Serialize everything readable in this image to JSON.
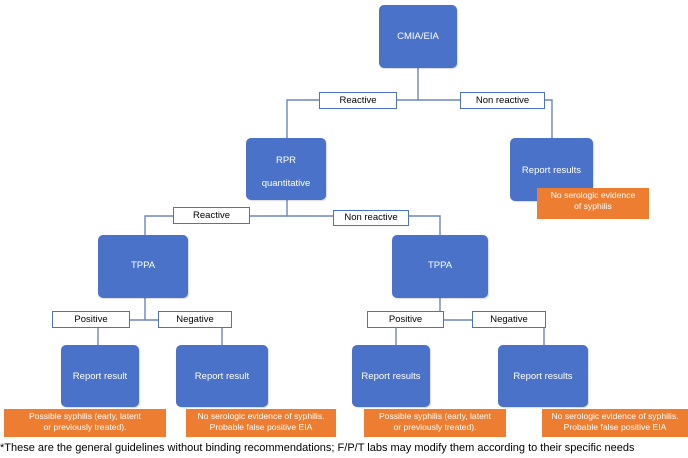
{
  "nodes": {
    "cmia": "CMIA/EIA",
    "rpr_line1": "RPR",
    "rpr_line2": "quantitative",
    "report_results_top": "Report results",
    "tppa_left": "TPPA",
    "tppa_right": "TPPA",
    "report_result_1": "Report result",
    "report_result_2": "Report result",
    "report_results_3": "Report results",
    "report_results_4": "Report results"
  },
  "edge_labels": {
    "reactive_top": "Reactive",
    "non_reactive_top": "Non reactive",
    "reactive_mid": "Reactive",
    "non_reactive_mid": "Non reactive",
    "positive_left": "Positive",
    "negative_left": "Negative",
    "positive_right": "Positive",
    "negative_right": "Negative"
  },
  "notes": {
    "top_line1": "No serologic evidence",
    "top_line2": "of syphilis",
    "n1_line1": "Possible syphilis (early, latent",
    "n1_line2": "or previously treated).",
    "n2_line1": "No serologic evidence of syphilis.",
    "n2_line2": "Probable false positive EIA",
    "n3_line1": "Possible syphilis (early, latent",
    "n3_line2": "or previously treated).",
    "n4_line1": "No serologic evidence of syphilis.",
    "n4_line2": "Probable false positive EIA"
  },
  "footnote": "*These are the general guidelines without binding recommendations; F/P/T labs may modify them according to their specific needs",
  "colors": {
    "node_fill": "#4a72c8",
    "connector": "#6b86bf",
    "note_fill": "#ed7d31"
  }
}
